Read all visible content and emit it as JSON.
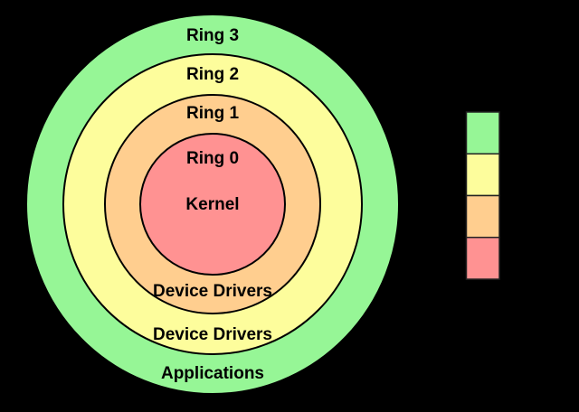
{
  "diagram": {
    "background_color": "#000000",
    "outline_color": "#000000",
    "rings": [
      {
        "label": "Ring 3",
        "zone_label": "Applications",
        "color": "#96F696"
      },
      {
        "label": "Ring 2",
        "zone_label": "Device Drivers",
        "color": "#FDFD9C"
      },
      {
        "label": "Ring 1",
        "zone_label": "Device Drivers",
        "color": "#FFCE8F"
      },
      {
        "label": "Ring 0",
        "zone_label": "Kernel",
        "color": "#FF9292"
      }
    ]
  },
  "legend": {
    "swatches": [
      {
        "name": "green-swatch",
        "color": "#96F696"
      },
      {
        "name": "yellow-swatch",
        "color": "#FDFD9C"
      },
      {
        "name": "orange-swatch",
        "color": "#FFCE8F"
      },
      {
        "name": "red-swatch",
        "color": "#FF9292"
      }
    ]
  }
}
